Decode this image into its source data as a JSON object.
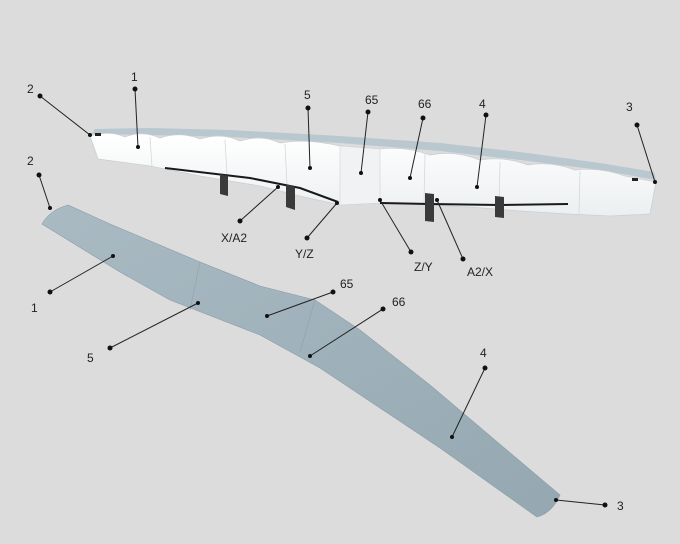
{
  "diagram": {
    "background": "#dcdcdc",
    "upper_wing_color": "#f6f7f8",
    "lower_wing_color": "#9fb1ba",
    "upper_callouts": {
      "c1": "1",
      "c2": "2",
      "c3": "3",
      "c4": "4",
      "c5": "5",
      "c65": "65",
      "c66": "66",
      "xa2": "X/A2",
      "yz": "Y/Z",
      "zy": "Z/Y",
      "a2x": "A2/X"
    },
    "lower_callouts": {
      "c1": "1",
      "c2": "2",
      "c3": "3",
      "c4": "4",
      "c5": "5",
      "c65": "65",
      "c66": "66"
    }
  }
}
